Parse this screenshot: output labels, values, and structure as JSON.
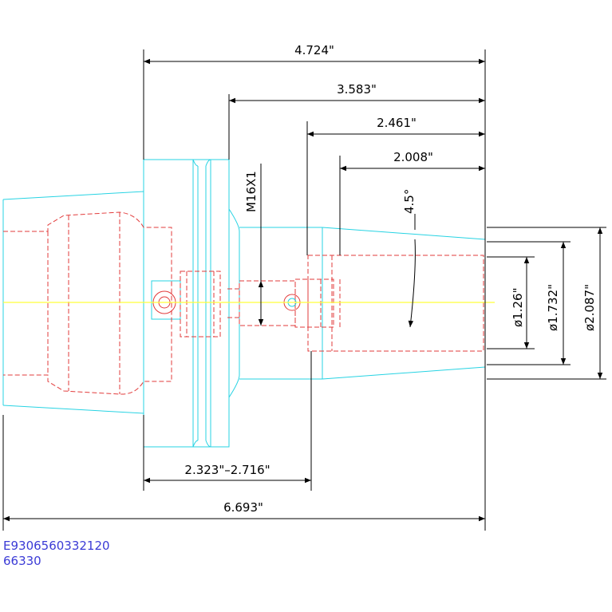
{
  "colors": {
    "outline": "#27d3e3",
    "hidden_lines": "#e23b3b",
    "centerline": "#ffff3a",
    "dimension": "#000000",
    "note_text": "#3b3bd6"
  },
  "dimensions": {
    "length_4724": "4.724\"",
    "length_3583": "3.583\"",
    "length_2461": "2.461\"",
    "length_2008": "2.008\"",
    "angle": "4.5°",
    "thread": "M16X1",
    "dia_126": "ø1.26\"",
    "dia_1732": "ø1.732\"",
    "dia_2087": "ø2.087\"",
    "range_2323_2716": "2.323\"–2.716\"",
    "overall_6693": "6.693\""
  },
  "notes": {
    "part_number": "E9306560332120",
    "code": "66330"
  }
}
